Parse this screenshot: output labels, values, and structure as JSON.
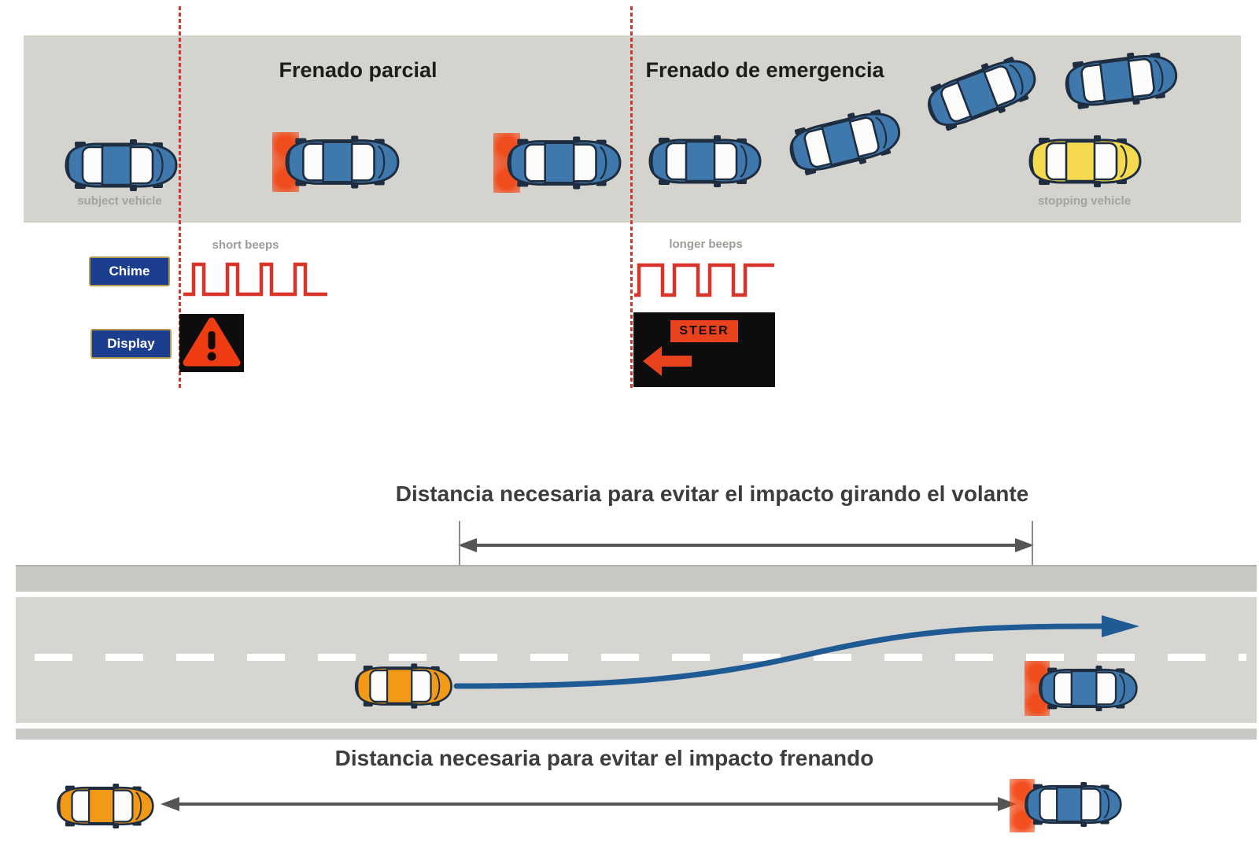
{
  "top_panel": {
    "zone1_label": "Frenado parcial",
    "zone2_label": "Frenado de emergencia",
    "subject_vehicle_label": "subject vehicle",
    "stopping_vehicle_label": "stopping vehicle"
  },
  "alerts": {
    "chime_label": "Chime",
    "display_label": "Display",
    "short_beeps_label": "short beeps",
    "longer_beeps_label": "longer beeps",
    "steer_label": "STEER"
  },
  "distance_section": {
    "steering_title": "Distancia necesaria para evitar el impacto girando el volante",
    "braking_title": "Distancia necesaria para evitar el impacto frenando"
  },
  "colors": {
    "panel_gray": "#d5d3ce",
    "road_gray": "#d6d5d1",
    "car_blue": "#3f78ac",
    "car_yellow": "#f5d94e",
    "car_orange": "#f29a18",
    "alert_red": "#d8352a",
    "warning_orange": "#f03c13",
    "badge_navy": "#1c3e8f",
    "path_blue": "#1e5a94",
    "arrow_gray": "#555555"
  }
}
